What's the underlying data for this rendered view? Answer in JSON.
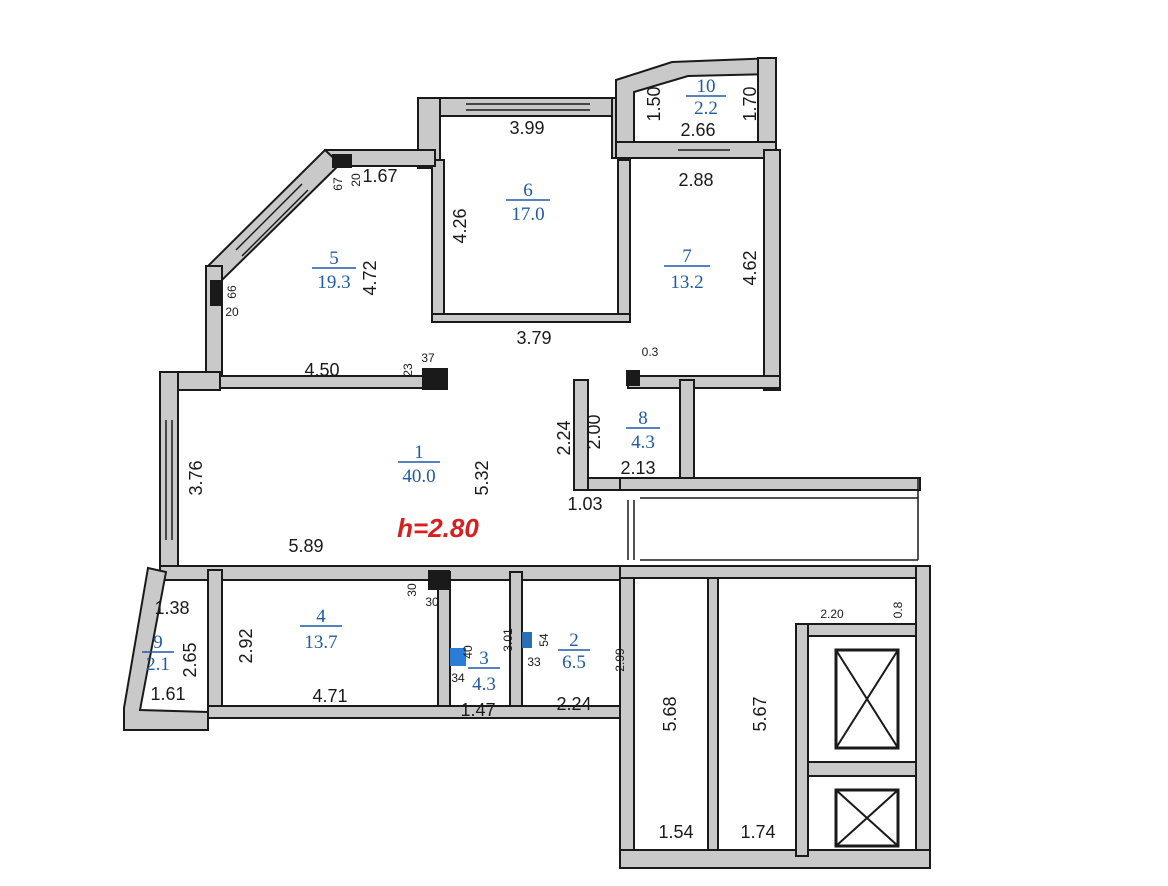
{
  "ceiling_height": "h=2.80",
  "rooms": {
    "r1": {
      "no": "1",
      "area": "40.0"
    },
    "r2": {
      "no": "2",
      "area": "6.5"
    },
    "r3": {
      "no": "3",
      "area": "4.3"
    },
    "r4": {
      "no": "4",
      "area": "13.7"
    },
    "r5": {
      "no": "5",
      "area": "19.3"
    },
    "r6": {
      "no": "6",
      "area": "17.0"
    },
    "r7": {
      "no": "7",
      "area": "13.2"
    },
    "r8": {
      "no": "8",
      "area": "4.3"
    },
    "r9": {
      "no": "9",
      "area": "2.1"
    },
    "r10": {
      "no": "10",
      "area": "2.2"
    }
  },
  "dims": {
    "d1_50": "1.50",
    "d2_66": "2.66",
    "d1_70": "1.70",
    "d3_99": "3.99",
    "d4_26": "4.26",
    "d2_88": "2.88",
    "d4_62": "4.62",
    "d1_67": "1.67",
    "d67": "67",
    "d20a": "20",
    "d4_72": "4.72",
    "d66": "66",
    "d20b": "20",
    "d4_50": "4.50",
    "d23": "23",
    "d37": "37",
    "d3_79": "3.79",
    "d0_3": "0.3",
    "d2_24a": "2.24",
    "d2_00": "2.00",
    "d2_13": "2.13",
    "d3_76": "3.76",
    "d5_32": "5.32",
    "d1_03": "1.03",
    "d5_89": "5.89",
    "d30a": "30",
    "d30b": "30",
    "d1_38": "1.38",
    "d2_65": "2.65",
    "d2_92": "2.92",
    "d1_61": "1.61",
    "d4_71": "4.71",
    "d40": "40",
    "d34": "34",
    "d3_01": "3.01",
    "d1_47": "1.47",
    "d54": "54",
    "d33": "33",
    "d2_99": "2.99",
    "d2_24b": "2.24",
    "d5_68": "5.68",
    "d1_54": "1.54",
    "d5_67": "5.67",
    "d1_74": "1.74",
    "d2_20": "2.20",
    "d0_8": "0.8"
  }
}
